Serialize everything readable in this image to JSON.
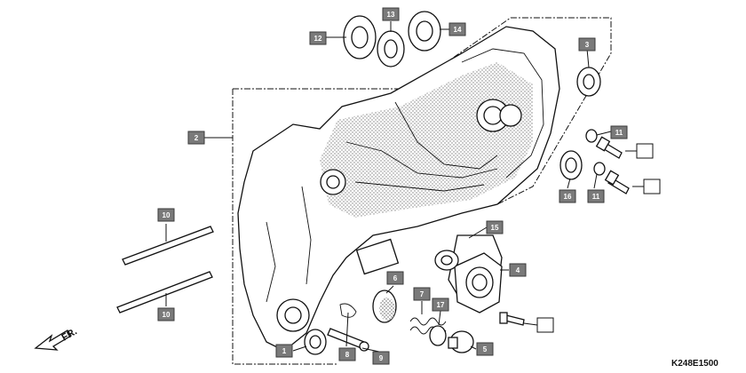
{
  "diagram_code": "K248E1500",
  "front_marker": "FR.",
  "callouts": [
    {
      "id": "c1",
      "label": "1"
    },
    {
      "id": "c2",
      "label": "2"
    },
    {
      "id": "c3",
      "label": "3"
    },
    {
      "id": "c4",
      "label": "4"
    },
    {
      "id": "c5",
      "label": "5"
    },
    {
      "id": "c6",
      "label": "6"
    },
    {
      "id": "c7",
      "label": "7"
    },
    {
      "id": "c8",
      "label": "8"
    },
    {
      "id": "c9",
      "label": "9"
    },
    {
      "id": "c10a",
      "label": "10"
    },
    {
      "id": "c10b",
      "label": "10"
    },
    {
      "id": "c11a",
      "label": "11"
    },
    {
      "id": "c11b",
      "label": "11"
    },
    {
      "id": "c12",
      "label": "12"
    },
    {
      "id": "c13",
      "label": "13"
    },
    {
      "id": "c14",
      "label": "14"
    },
    {
      "id": "c15",
      "label": "15"
    },
    {
      "id": "c16",
      "label": "16"
    },
    {
      "id": "c17",
      "label": "17"
    }
  ],
  "icons": {
    "front_arrow": "front-direction-arrow-icon"
  }
}
